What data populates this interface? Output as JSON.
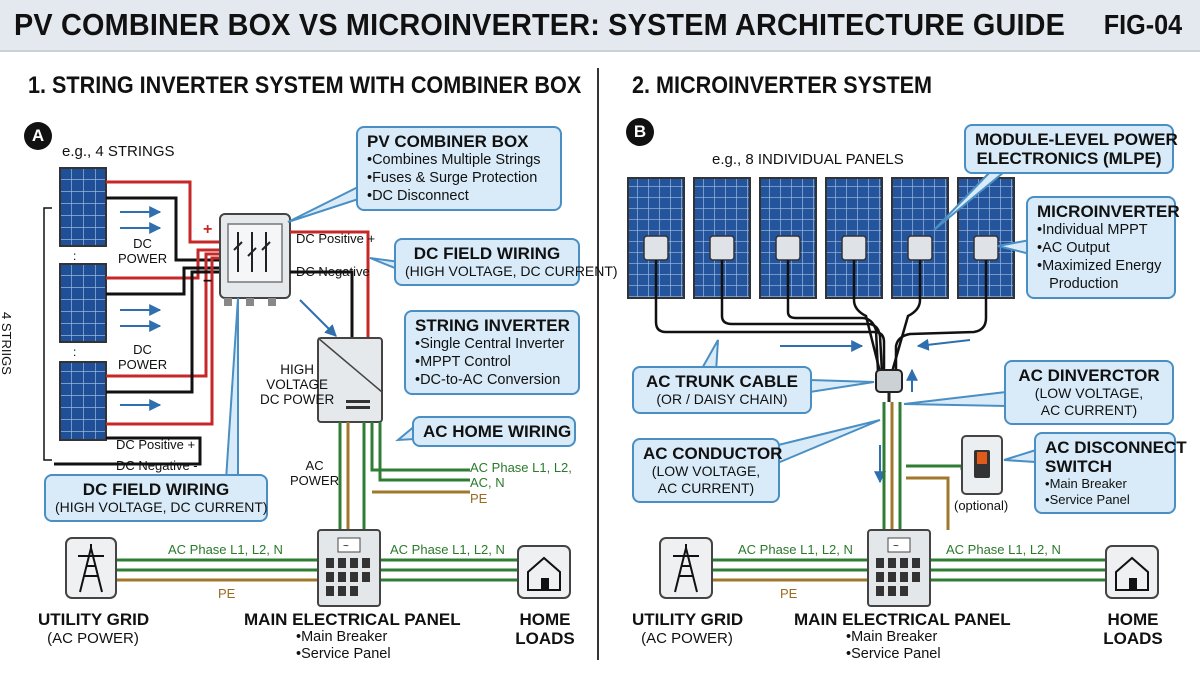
{
  "header": {
    "title": "PV COMBINER BOX VS MICROINVERTER: SYSTEM ARCHITECTURE GUIDE",
    "figure": "FIG-04"
  },
  "left": {
    "section_title": "1. STRING INVERTER SYSTEM WITH COMBINER BOX",
    "badge": "A",
    "strings_note": "e.g., 4 STRINGS",
    "strings_vertical": "4 STRIIGS",
    "dc_power_1": "DC\nPOWER",
    "dc_power_2": "DC\nPOWER",
    "dc_positive_top": "DC Positive +",
    "dc_negative_top": "DC Negative",
    "plus_sign": "+",
    "minus_sign": "−",
    "dc_positive_bottom": "DC Positive +",
    "dc_negative_bottom": "DC Negative -",
    "high_voltage": "HIGH\nVOLTAGE\nDC POWER",
    "ac_power": "AC\nPOWER",
    "ac_phase_right": "AC Phase L1, L2,\nAC, N",
    "pe_right": "PE",
    "ac_phase_bottom": "AC Phase L1, L2, N",
    "ac_phase_bottom_2": "AC Phase L1, L2, N",
    "pe_bottom": "PE",
    "combiner": {
      "title": "PV COMBINER BOX",
      "items": [
        "Combines Multiple Strings",
        "Fuses & Surge Protection",
        "DC Disconnect"
      ]
    },
    "dc_field_wiring_1": {
      "title": "DC FIELD WIRING",
      "sub": "(HIGH VOLTAGE, DC CURRENT)"
    },
    "string_inverter": {
      "title": "STRING INVERTER",
      "items": [
        "Single Central Inverter",
        "MPPT Control",
        "DC-to-AC Conversion"
      ]
    },
    "ac_home_wiring": {
      "title": "AC HOME WIRING"
    },
    "dc_field_wiring_2": {
      "title": "DC FIELD WIRING",
      "sub": "(HIGH VOLTAGE, DC CURRENT)"
    },
    "utility": {
      "title": "UTILITY GRID",
      "sub": "(AC POWER)"
    },
    "panel": {
      "title": "MAIN ELECTRICAL PANEL",
      "items": [
        "Main Breaker",
        "Service Panel"
      ]
    },
    "home": {
      "title": "HOME\nLOADS"
    }
  },
  "right": {
    "section_title": "2. MICROINVERTER SYSTEM",
    "badge": "B",
    "panels_note": "e.g., 8 INDIVIDUAL PANELS",
    "mlpe": {
      "title": "MODULE-LEVEL POWER\nELECTRONICS (MLPE)"
    },
    "microinverter": {
      "title": "MICROINVERTER",
      "items": [
        "Individual MPPT",
        "AC Output",
        "Maximized Energy\n   Production"
      ]
    },
    "trunk": {
      "title": "AC TRUNK CABLE",
      "sub": "(OR / DAISY CHAIN)"
    },
    "dinvector": {
      "title": "AC DINVERCTOR",
      "sub": "(LOW VOLTAGE,\nAC CURRENT)"
    },
    "conductor": {
      "title": "AC CONDUCTOR",
      "sub": "(LOW VOLTAGE,\nAC CURRENT)"
    },
    "disconnect": {
      "title": "AC DISCONNECT\nSWITCH",
      "items": [
        "Main Breaker",
        "Service Panel"
      ]
    },
    "optional": "(optional)",
    "ac_phase_bottom": "AC Phase L1, L2, N",
    "ac_phase_bottom_2": "AC Phase L1, L2, N",
    "pe_bottom": "PE",
    "utility": {
      "title": "UTILITY GRID",
      "sub": "(AC POWER)"
    },
    "panel": {
      "title": "MAIN ELECTRICAL PANEL",
      "items": [
        "Main Breaker",
        "Service Panel"
      ]
    },
    "home": {
      "title": "HOME\nLOADS"
    }
  },
  "colors": {
    "dc_positive": "#c62828",
    "dc_negative": "#111111",
    "ac_phase": "#2e7d32",
    "pe": "#a0772b",
    "arrow": "#2f6fb0",
    "callout_fill": "#d9ebf8",
    "callout_border": "#4a8fc4"
  }
}
